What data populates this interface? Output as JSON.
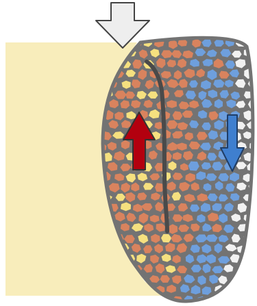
{
  "diagram": {
    "labels": [],
    "colors": {
      "background": "#ffffff",
      "yolk_region": "#f8edbb",
      "outline": "#737373",
      "cell_orange": "#d9835e",
      "cell_yellow": "#f5e07f",
      "cell_blue": "#6e9fdd",
      "cell_white": "#f1f1f1",
      "cleft": "#4a4a4a",
      "arrow_pressure": "#eeeeee",
      "arrow_up": "#b3000f",
      "arrow_down": "#3f7fcf"
    },
    "arrows": [
      {
        "name": "compression-arrow",
        "direction": "down"
      },
      {
        "name": "upward-flow-arrow",
        "direction": "up"
      },
      {
        "name": "downward-flow-arrow",
        "direction": "down"
      }
    ],
    "cell_types": [
      "orange",
      "yellow",
      "blue",
      "white"
    ]
  }
}
